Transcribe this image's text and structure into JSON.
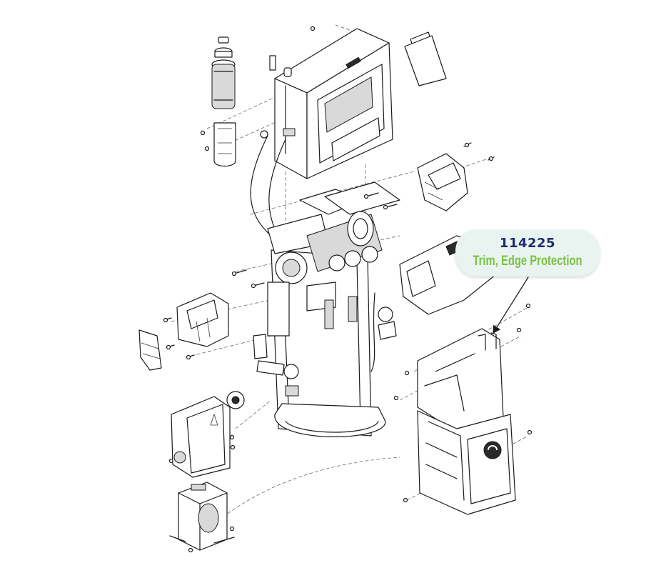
{
  "callout": {
    "part_number": "114225",
    "description": "Trim, Edge Protection"
  },
  "colors": {
    "background": "#ffffff",
    "callout_bg": "#e9f4f0",
    "part_number_text": "#1f2d6e",
    "description_text": "#7bc043",
    "line_art": "#1a1a1a"
  },
  "icons": [
    "leader-arrow",
    "graco-logo"
  ]
}
